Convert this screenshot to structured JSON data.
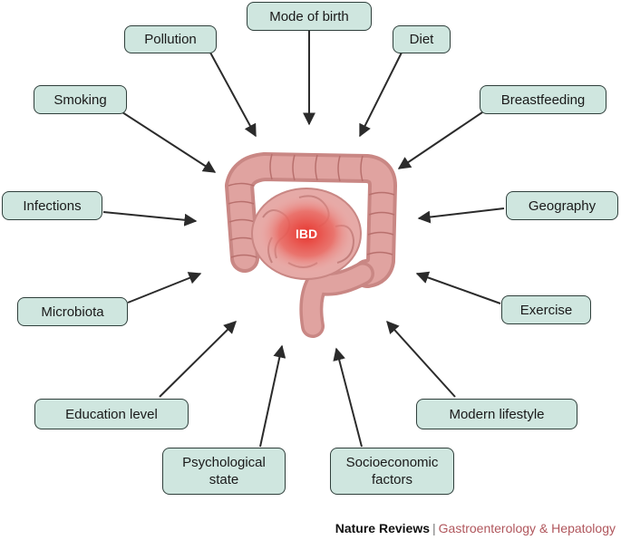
{
  "center_label": "IBD",
  "factors": {
    "mode_of_birth": "Mode of birth",
    "pollution": "Pollution",
    "diet": "Diet",
    "smoking": "Smoking",
    "breastfeeding": "Breastfeeding",
    "infections": "Infections",
    "geography": "Geography",
    "microbiota": "Microbiota",
    "exercise": "Exercise",
    "education_level": "Education level",
    "modern_lifestyle": "Modern lifestyle",
    "psychological_state": "Psychological state",
    "socioeconomic_factors": "Socioeconomic factors"
  },
  "footer": {
    "brand": "Nature Reviews",
    "separator": "|",
    "journal": "Gastroenterology & Hepatology"
  },
  "colors": {
    "box_fill": "#cfe6df",
    "box_border": "#2f3f3b",
    "arrow": "#2b2b2b",
    "intestine": "#d99a98",
    "inflammation": "#e23b35",
    "journal_text": "#b0565c"
  }
}
